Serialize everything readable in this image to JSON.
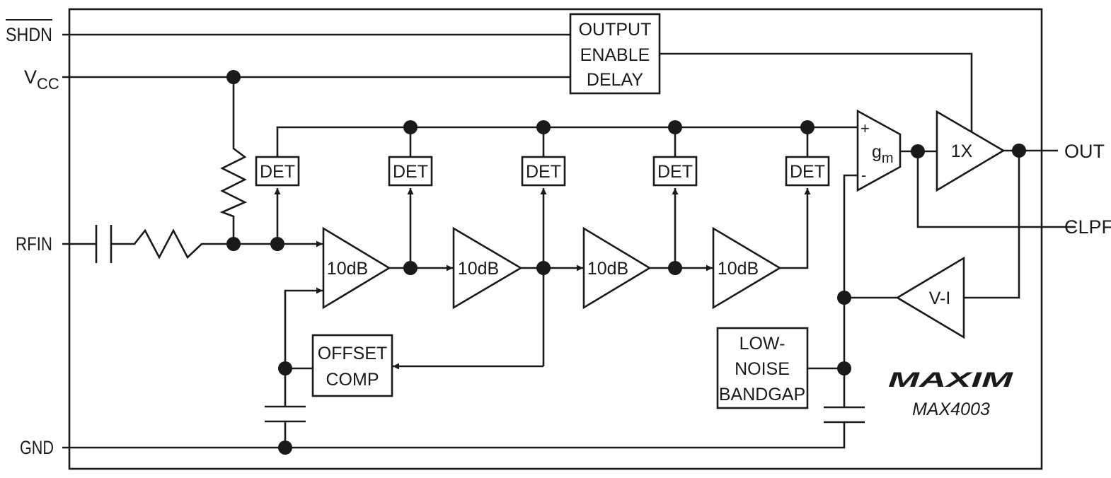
{
  "pins": {
    "shdn": "SHDN",
    "vcc_main": "V",
    "vcc_sub": "CC",
    "rfin": "RFIN",
    "gnd": "GND",
    "out": "OUT",
    "clpf": "CLPF"
  },
  "blocks": {
    "output_enable_delay": [
      "OUTPUT",
      "ENABLE",
      "DELAY"
    ],
    "det": "DET",
    "amp": "10dB",
    "gm_main": "g",
    "gm_sub": "m",
    "plus": "+",
    "minus": "-",
    "buffer": "1X",
    "vi": "V-I",
    "offset_comp": [
      "OFFSET",
      "COMP"
    ],
    "bandgap": [
      "LOW-",
      "NOISE",
      "BANDGAP"
    ]
  },
  "brand": {
    "logo": "MAXIM",
    "part": "MAX4003"
  }
}
